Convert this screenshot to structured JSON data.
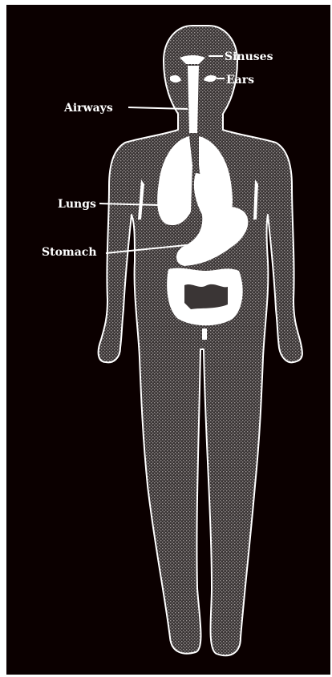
{
  "diagram": {
    "labels": {
      "sinuses": "Sinuses",
      "ears": "Ears",
      "airways": "Airways",
      "lungs": "Lungs",
      "stomach": "Stomach"
    },
    "colors": {
      "background": "#0b0000",
      "body_fill": "#4a4545",
      "outline": "#ffffff",
      "organs": "#ffffff"
    }
  }
}
